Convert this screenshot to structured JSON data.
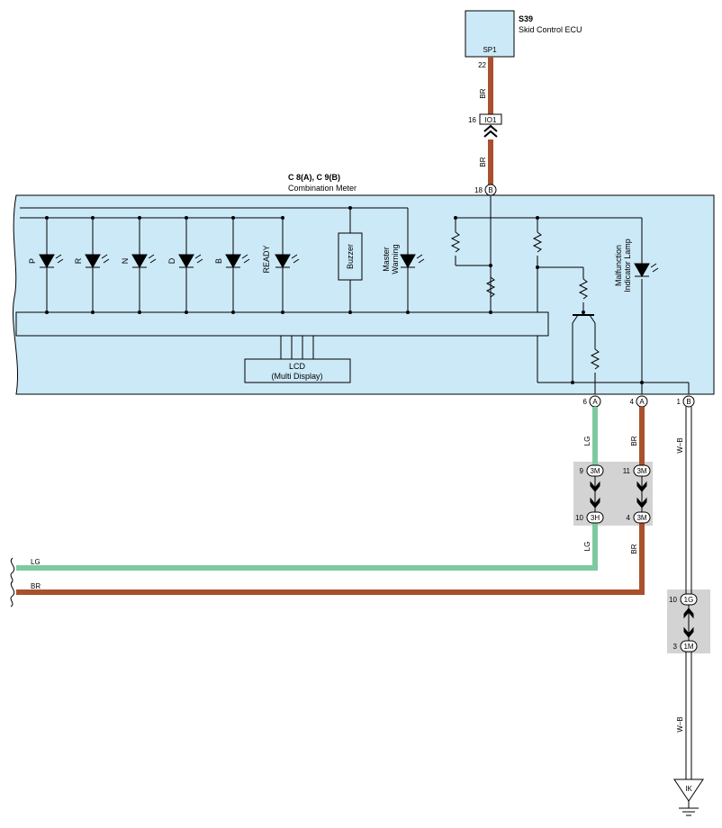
{
  "ecu": {
    "code": "S39",
    "name": "Skid Control ECU",
    "pin_name": "SP1",
    "pin_number": "22"
  },
  "connectors": {
    "io1": {
      "label": "IO1",
      "pin": "16"
    },
    "meter_18": {
      "label": "B",
      "pin": "18"
    },
    "meter_6": {
      "label": "A",
      "pin": "6"
    },
    "meter_4": {
      "label": "A",
      "pin": "4"
    },
    "meter_1": {
      "label": "B",
      "pin": "1"
    },
    "j9": {
      "label": "3M",
      "pin": "9"
    },
    "j11": {
      "label": "3M",
      "pin": "11"
    },
    "j10": {
      "label": "3H",
      "pin": "10"
    },
    "j4": {
      "label": "3M",
      "pin": "4"
    },
    "j1g": {
      "label": "1G",
      "pin": "10"
    },
    "j1m": {
      "label": "1M",
      "pin": "3"
    },
    "ground": {
      "label": "IK"
    }
  },
  "meter": {
    "code": "C 8(A), C 9(B)",
    "name": "Combination Meter",
    "indicators": [
      "P",
      "R",
      "N",
      "D",
      "B",
      "READY"
    ],
    "buzzer": "Buzzer",
    "master_warning": [
      "Master",
      "Warning"
    ],
    "mil": [
      "Malfunction",
      "Indicator Lamp"
    ],
    "lcd": [
      "LCD",
      "(Multi Display)"
    ]
  },
  "wires": {
    "br": "BR",
    "lg": "LG",
    "wb": "W–B"
  },
  "colors": {
    "meter_bg": "#cce9f7",
    "wire_br": "#a9502e",
    "wire_lg": "#7fc9a0",
    "junction_bg": "#d3d3d3"
  }
}
